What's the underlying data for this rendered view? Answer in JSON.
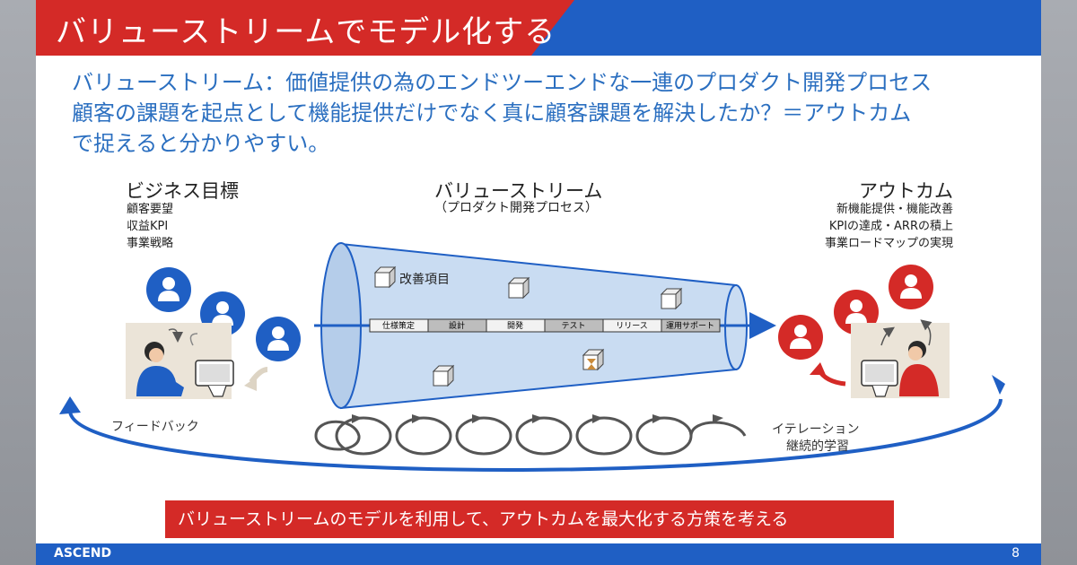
{
  "title": "バリューストリームでモデル化する",
  "intro": [
    "バリューストリーム：価値提供の為のエンドツーエンドな一連のプロダクト開発プロセス",
    "顧客の課題を起点として機能提供だけでなく真に顧客課題を解決したか？＝アウトカム",
    "で捉えると分かりやすい。"
  ],
  "business": {
    "heading": "ビジネス目標",
    "items": [
      "顧客要望",
      "収益KPI",
      "事業戦略"
    ]
  },
  "valuestream": {
    "heading": "バリューストリーム",
    "subheading": "（プロダクト開発プロセス）",
    "improvement_label": "改善項目",
    "stages": [
      "仕様策定",
      "設計",
      "開発",
      "テスト",
      "リリース",
      "運用サポート"
    ]
  },
  "outcome": {
    "heading": "アウトカム",
    "items": [
      "新機能提供・機能改善",
      "KPIの達成・ARRの積上",
      "事業ロードマップの実現"
    ]
  },
  "feedback_label": "フィードバック",
  "iteration_labels": [
    "イテレーション",
    "継続的学習"
  ],
  "banner": "バリューストリームのモデルを利用して、アウトカムを最大化する方策を考える",
  "footer": {
    "logo": "ASCEND",
    "page": "8"
  },
  "colors": {
    "red": "#d42a27",
    "blue": "#1f5fc4",
    "text_blue": "#2b6fc0",
    "funnel": "#c9dcf2"
  },
  "icons": [
    "user-icon",
    "person-at-computer-illustration",
    "box-icon",
    "hourglass-box-icon",
    "loop-arrow-icon"
  ]
}
